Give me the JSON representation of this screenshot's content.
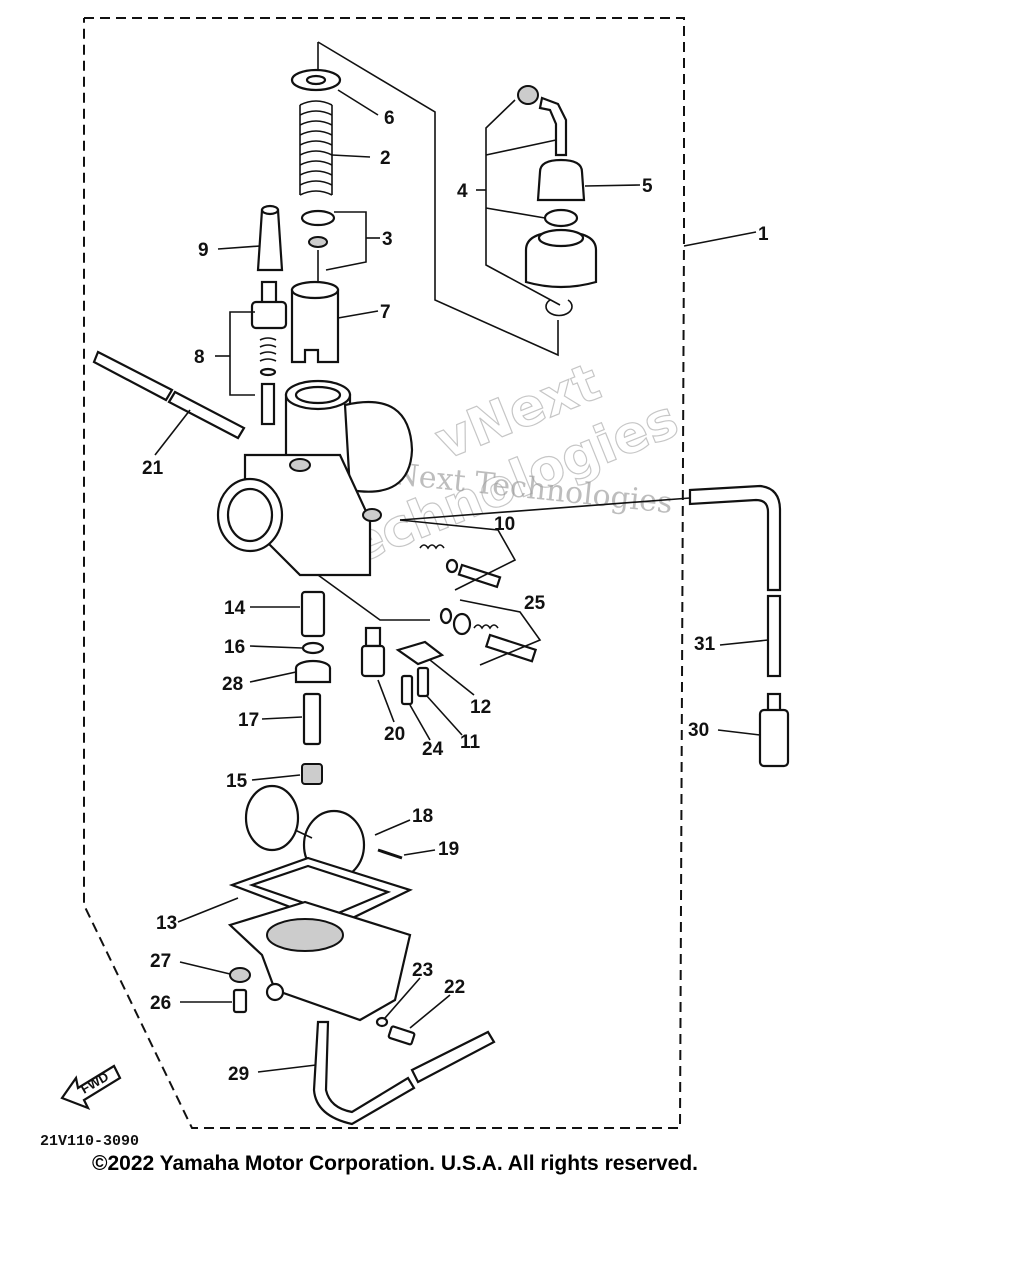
{
  "diagram": {
    "callouts": {
      "c1": "1",
      "c2": "2",
      "c3": "3",
      "c4": "4",
      "c5": "5",
      "c6": "6",
      "c7": "7",
      "c8": "8",
      "c9": "9",
      "c10": "10",
      "c11": "11",
      "c12": "12",
      "c13": "13",
      "c14": "14",
      "c15": "15",
      "c16": "16",
      "c17": "17",
      "c18": "18",
      "c19": "19",
      "c20": "20",
      "c21": "21",
      "c22": "22",
      "c23": "23",
      "c24": "24",
      "c25": "25",
      "c26": "26",
      "c27": "27",
      "c28": "28",
      "c29": "29",
      "c30": "30",
      "c31": "31"
    },
    "fwd_label": "FWD",
    "figure_id": "21V110-3090",
    "copyright": "©2022 Yamaha Motor Corporation. U.S.A. All rights reserved.",
    "watermark_line1": "vNext",
    "watermark_line2": "vNext Technologies",
    "watermark_line3": "Technologies"
  }
}
